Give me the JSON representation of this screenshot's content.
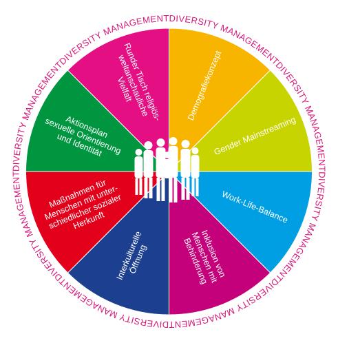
{
  "ring_label": "DIVERSITY MANAGEMENT",
  "colors": {
    "ring_text": "#d6197a",
    "segment_text": "#ffffff",
    "people": "#ffffff",
    "border": "#ffffff"
  },
  "segments": [
    {
      "lines": [
        "Demografiekonzept"
      ],
      "color": "#f7b500"
    },
    {
      "lines": [
        "Gender Mainstreaming"
      ],
      "color": "#c8d400"
    },
    {
      "lines": [
        "Work-Life-Balance"
      ],
      "color": "#009fe3"
    },
    {
      "lines": [
        "Inklusion von",
        "Menschen mit",
        "Behinderung"
      ],
      "color": "#c4007a"
    },
    {
      "lines": [
        "Interkulturelle",
        "Öffnung"
      ],
      "color": "#1d3f8f"
    },
    {
      "lines": [
        "Maßnahmen für",
        "Menschen mit unter-",
        "schiedlicher sozialer",
        "Herkunft"
      ],
      "color": "#e2001a"
    },
    {
      "lines": [
        "Aktionsplan",
        "sexuelle Orientierung",
        "und Identität"
      ],
      "color": "#009640"
    },
    {
      "lines": [
        "Runder Tisch religiös-",
        "weltanschauliche",
        "Vielfalt"
      ],
      "color": "#e30f83"
    }
  ],
  "center_icon": "group-of-people-icon"
}
